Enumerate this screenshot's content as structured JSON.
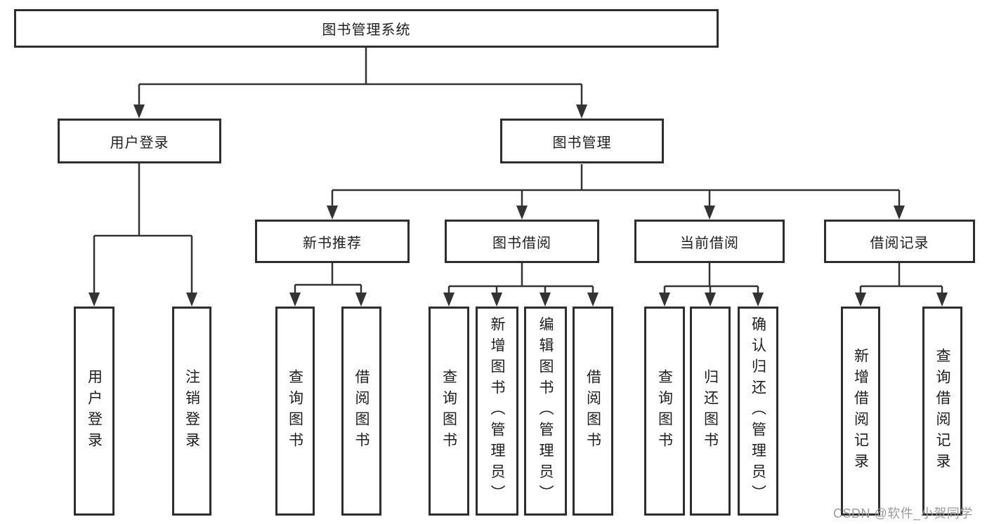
{
  "diagram_title": "图书管理系统",
  "nodes": {
    "root": {
      "label": "图书管理系统"
    },
    "level2": [
      {
        "label": "用户登录"
      },
      {
        "label": "图书管理"
      }
    ],
    "level3": [
      {
        "label": "新书推荐",
        "parent": "图书管理"
      },
      {
        "label": "图书借阅",
        "parent": "图书管理"
      },
      {
        "label": "当前借阅",
        "parent": "图书管理"
      },
      {
        "label": "借阅记录",
        "parent": "图书管理"
      }
    ],
    "leaves": [
      {
        "label": "用户登录",
        "parent": "用户登录"
      },
      {
        "label": "注销登录",
        "parent": "用户登录"
      },
      {
        "label": "查询图书",
        "parent": "新书推荐"
      },
      {
        "label": "借阅图书",
        "parent": "新书推荐"
      },
      {
        "label": "查询图书",
        "parent": "图书借阅"
      },
      {
        "label": "新增图书（管理员）",
        "parent": "图书借阅"
      },
      {
        "label": "编辑图书（管理员）",
        "parent": "图书借阅"
      },
      {
        "label": "借阅图书",
        "parent": "图书借阅"
      },
      {
        "label": "查询图书",
        "parent": "当前借阅"
      },
      {
        "label": "归还图书",
        "parent": "当前借阅"
      },
      {
        "label": "确认归还（管理员）",
        "parent": "当前借阅"
      },
      {
        "label": "新增借阅记录",
        "parent": "借阅记录"
      },
      {
        "label": "查询借阅记录",
        "parent": "借阅记录"
      }
    ]
  },
  "watermark": {
    "text": "CSDN @软件_小贺同学",
    "color": "#9b9b9b"
  },
  "colors": {
    "background": "#ffffff",
    "box_border": "#2e2e2e",
    "box_fill": "#ffffff",
    "line": "#333333",
    "text": "#1e1e1e"
  }
}
